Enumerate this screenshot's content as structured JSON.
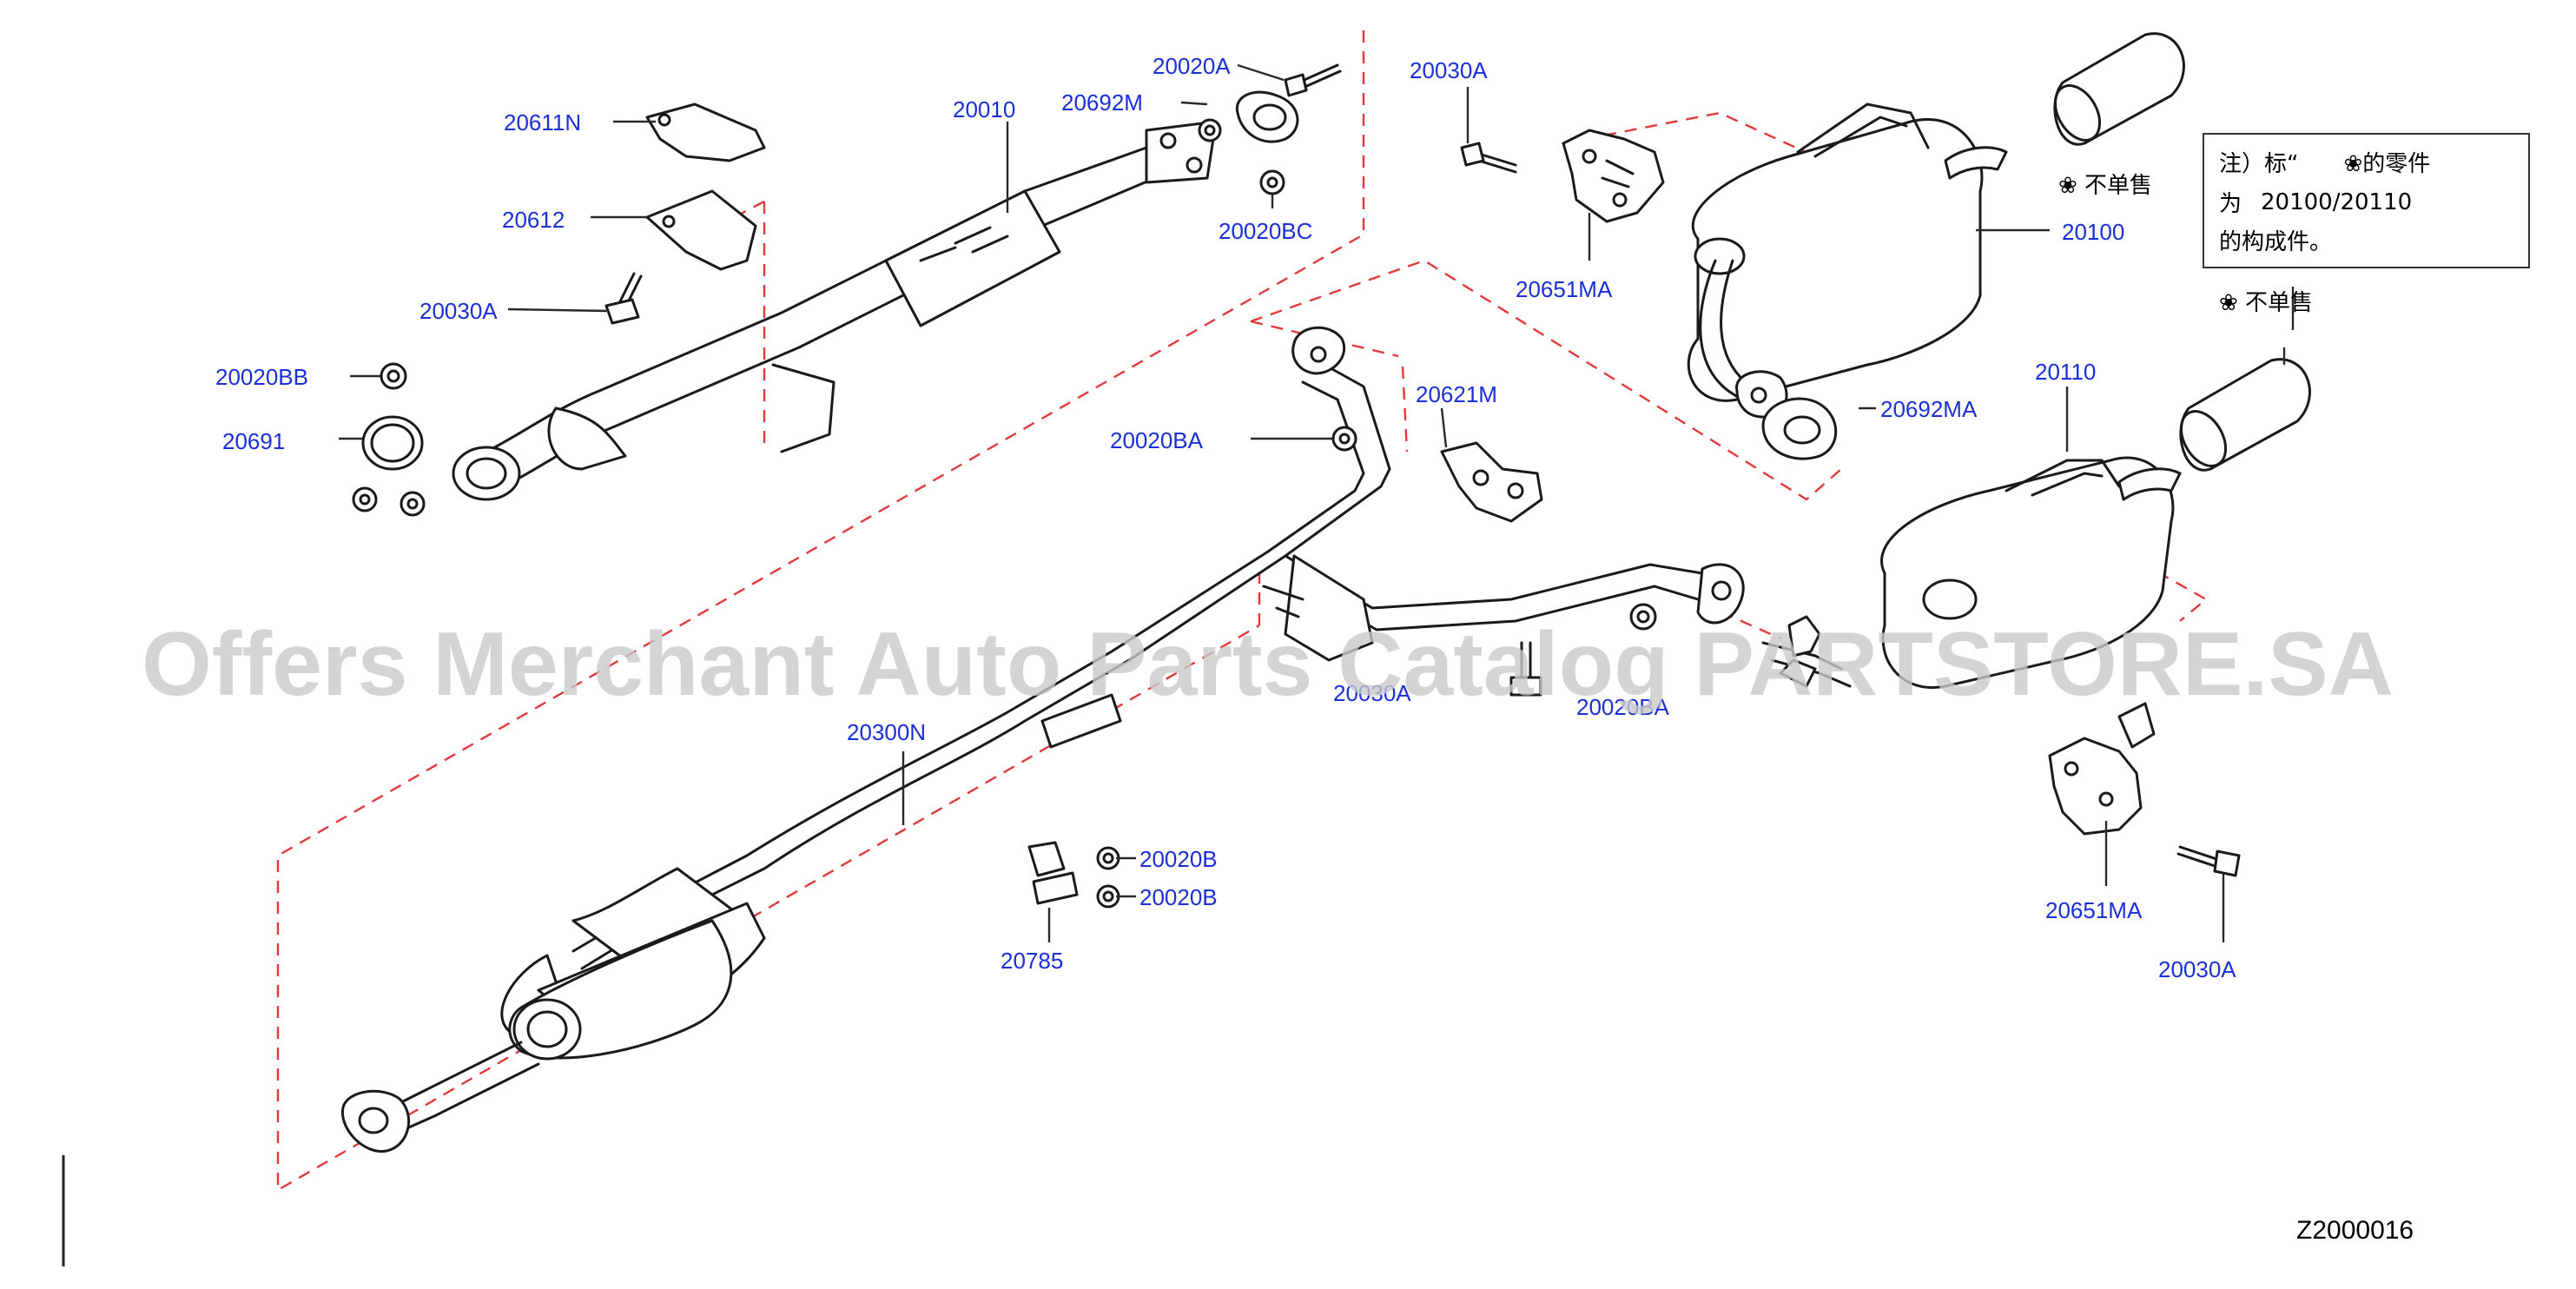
{
  "diagram_code": "Z2000016",
  "watermark": "Offers Merchant Auto Parts Catalog PARTSTORE.SA",
  "note": {
    "line1": "注）标“　　❀的零件",
    "line2_prefix": "为",
    "line2_value": "20100/20110",
    "line3": "的构成件。"
  },
  "not_sold_label": "❀ 不单售",
  "colors": {
    "label": "#1a2fd6",
    "dash": "#e23a3a",
    "watermark": "#c9c9c9"
  },
  "labels": [
    {
      "id": "l1",
      "text": "20611N"
    },
    {
      "id": "l2",
      "text": "20612"
    },
    {
      "id": "l3",
      "text": "20030A"
    },
    {
      "id": "l4",
      "text": "20020BB"
    },
    {
      "id": "l5",
      "text": "20691"
    },
    {
      "id": "l6",
      "text": "20010"
    },
    {
      "id": "l7",
      "text": "20020A"
    },
    {
      "id": "l8",
      "text": "20692M"
    },
    {
      "id": "l9",
      "text": "20020BC"
    },
    {
      "id": "l10",
      "text": "20030A"
    },
    {
      "id": "l11",
      "text": "20651MA"
    },
    {
      "id": "l12",
      "text": "20100"
    },
    {
      "id": "l13",
      "text": "20692MA"
    },
    {
      "id": "l14",
      "text": "20110"
    },
    {
      "id": "l15",
      "text": "20621M"
    },
    {
      "id": "l16",
      "text": "20020BA"
    },
    {
      "id": "l17",
      "text": "20030A"
    },
    {
      "id": "l18",
      "text": "20020BA"
    },
    {
      "id": "l19",
      "text": "20300N"
    },
    {
      "id": "l20",
      "text": "20020B"
    },
    {
      "id": "l21",
      "text": "20020B"
    },
    {
      "id": "l22",
      "text": "20785"
    },
    {
      "id": "l23",
      "text": "20651MA"
    },
    {
      "id": "l24",
      "text": "20030A"
    }
  ]
}
